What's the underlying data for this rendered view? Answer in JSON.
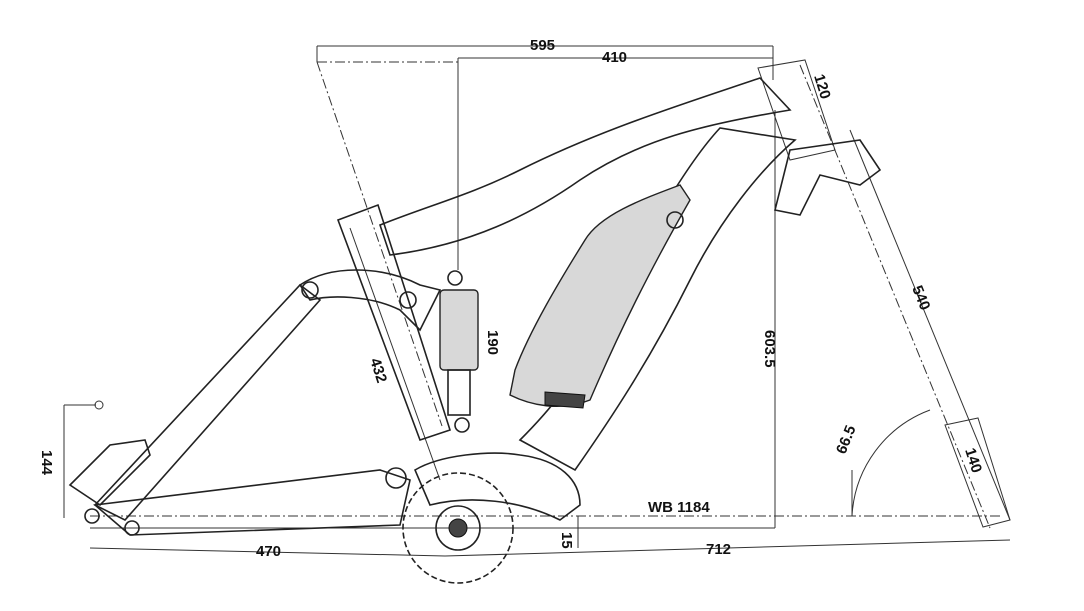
{
  "dimensions": {
    "reach_total": "595",
    "effective_top_tube": "410",
    "head_tube_length": "120",
    "fork_length": "540",
    "stack": "603.5",
    "shock_length": "190",
    "seat_tube": "432",
    "bb_offset_rear": "144",
    "head_angle": "66.5",
    "fork_offset": "140",
    "wheelbase": "WB 1184",
    "chainstay": "470",
    "front_center": "712",
    "bb_drop": "15"
  }
}
